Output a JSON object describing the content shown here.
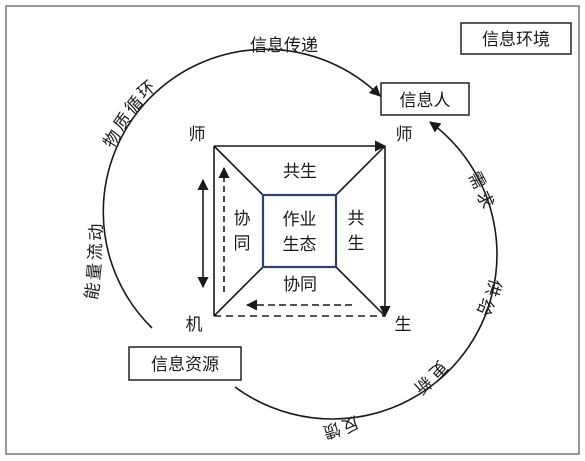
{
  "environment_label": "信息环境",
  "person_label": "信息人",
  "resource_label": "信息资源",
  "center": {
    "line1": "作业",
    "line2": "生态"
  },
  "corners": {
    "top_left": "师",
    "top_right": "师",
    "bottom_left": "机",
    "bottom_right": "生"
  },
  "trapezoids": {
    "top": "共生",
    "right": [
      "共",
      "生"
    ],
    "left": [
      "协",
      "同"
    ],
    "bottom": "协同"
  },
  "arc_labels": {
    "top": "信息传递",
    "upper_left": [
      "物",
      "质",
      "循",
      "环"
    ],
    "lower_left": [
      "能",
      "量",
      "流",
      "动"
    ],
    "upper_right": [
      "需",
      "求"
    ],
    "middle_right": [
      "供",
      "给"
    ],
    "lower_right": [
      "更",
      "新"
    ],
    "bottom": [
      "反",
      "馈"
    ]
  },
  "colors": {
    "border": "#777777",
    "ink": "#1a1a1a",
    "center_box": "#2f3f72"
  }
}
